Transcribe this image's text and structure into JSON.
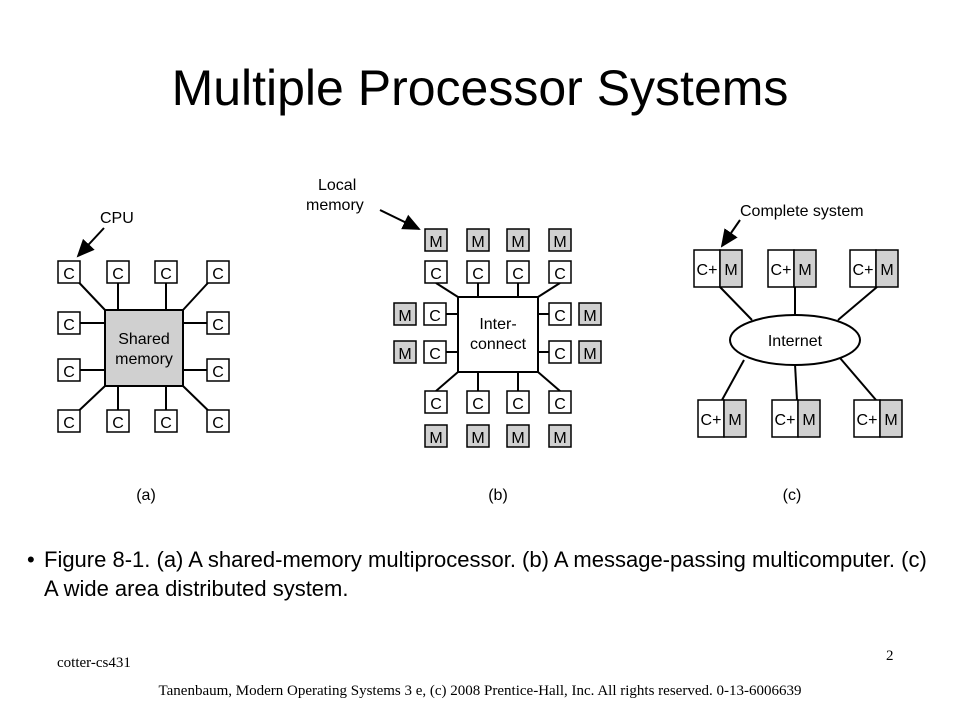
{
  "title": "Multiple Processor Systems",
  "figure": {
    "a": {
      "callout": "CPU",
      "cpu_label": "C",
      "memory_line1": "Shared",
      "memory_line2": "memory",
      "caption": "(a)",
      "memory_fill": "#d0d0d0"
    },
    "b": {
      "callout_line1": "Local",
      "callout_line2": "memory",
      "cpu_label": "C",
      "mem_label": "M",
      "interconnect_line1": "Inter-",
      "interconnect_line2": "connect",
      "caption": "(b)",
      "mem_fill": "#d0d0d0"
    },
    "c": {
      "callout": "Complete system",
      "node_cpu_label": "C+",
      "node_mem_label": "M",
      "network_label": "Internet",
      "caption": "(c)",
      "mem_fill": "#d0d0d0"
    }
  },
  "bullet": {
    "symbol": "•",
    "text": "Figure 8-1. (a) A shared-memory multiprocessor. (b) A message-passing multicomputer. (c) A wide area distributed system."
  },
  "footer": {
    "left": "cotter-cs431",
    "page_number": "2",
    "copyright": "Tanenbaum, Modern Operating Systems 3 e, (c) 2008 Prentice-Hall, Inc. All rights reserved. 0-13-6006639"
  }
}
